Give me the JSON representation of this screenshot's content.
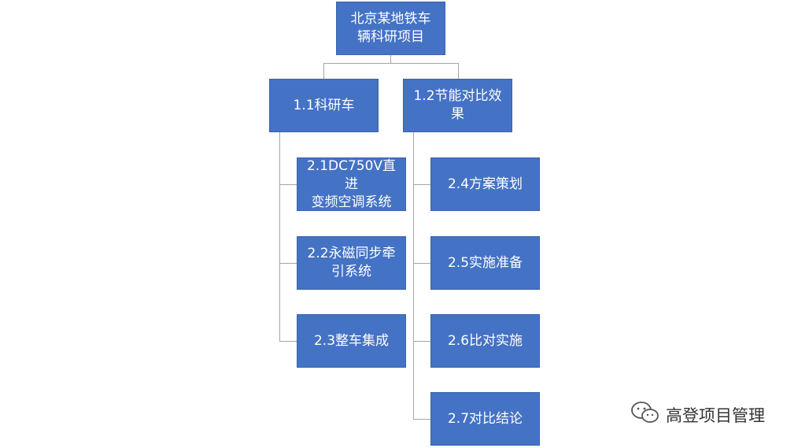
{
  "diagram": {
    "root": "北京某地铁车\n辆科研项目",
    "branch_1": {
      "label": "1.1科研车",
      "children": [
        "2.1DC750V直进\n变频空调系统",
        "2.2永磁同步牵\n引系统",
        "2.3整车集成"
      ]
    },
    "branch_2": {
      "label": "1.2节能对比效\n果",
      "children": [
        "2.4方案策划",
        "2.5实施准备",
        "2.6比对实施",
        "2.7对比结论"
      ]
    },
    "box_color": "#4472c4",
    "line_color": "#a5a5a5"
  },
  "watermark": {
    "text": "高登项目管理",
    "icon": "wechat-icon"
  }
}
